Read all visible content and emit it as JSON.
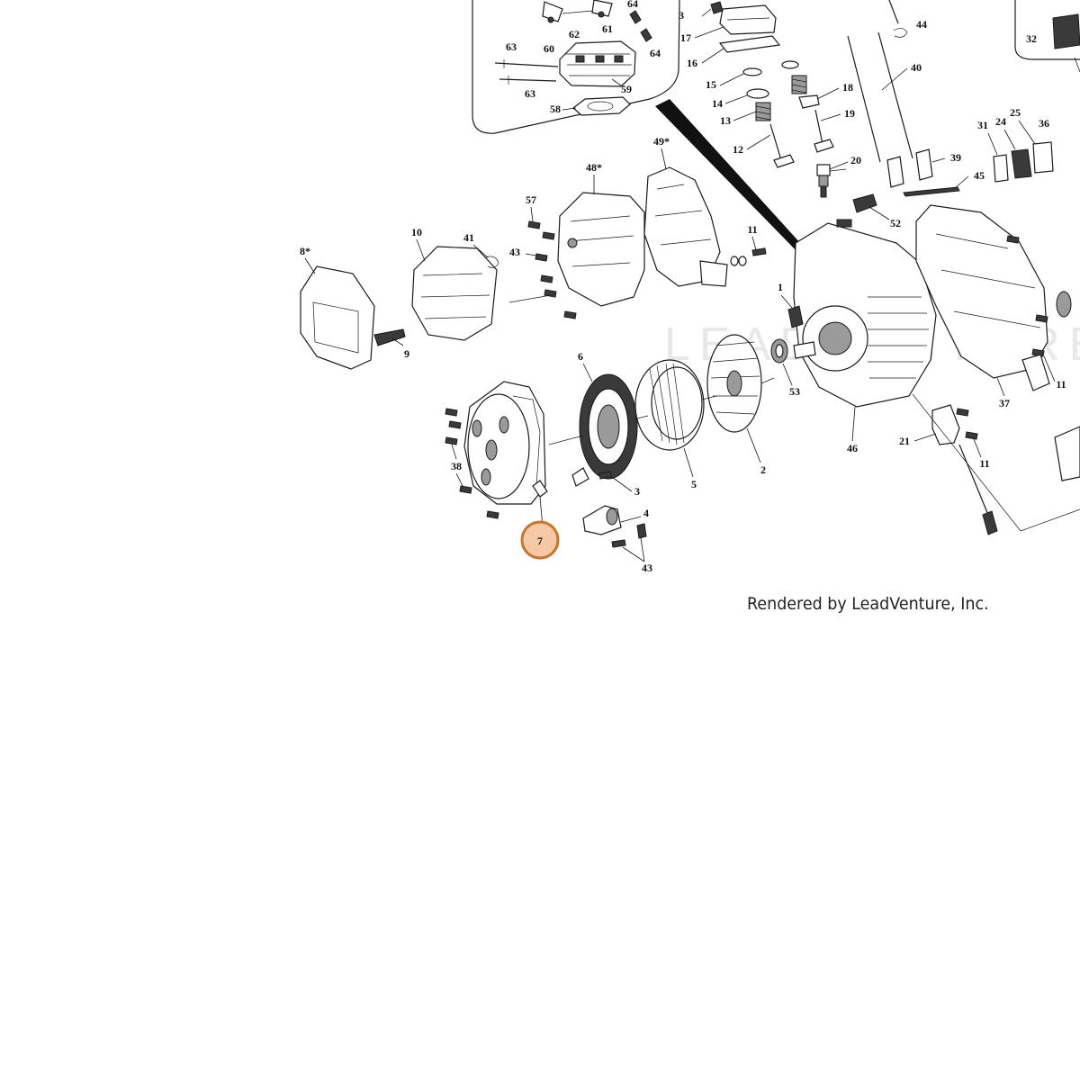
{
  "diagram": {
    "watermark": "LEADVENTURE",
    "credit": "Rendered by LeadVenture, Inc.",
    "highlight": {
      "label": "7",
      "fill": "#f5c9a5",
      "stroke": "#c9742c"
    },
    "labels": [
      "64",
      "62",
      "61",
      "60",
      "63",
      "63",
      "59",
      "64",
      "58",
      "3",
      "17",
      "16",
      "15",
      "14",
      "13",
      "12",
      "18",
      "19",
      "20",
      "52",
      "44",
      "40",
      "39",
      "45",
      "32",
      "31",
      "24",
      "25",
      "36",
      "48*",
      "49*",
      "57",
      "43",
      "11",
      "10",
      "41",
      "8*",
      "9",
      "1",
      "53",
      "46",
      "6",
      "5",
      "2",
      "3",
      "4",
      "43",
      "38",
      "37",
      "11",
      "21",
      "11"
    ]
  }
}
